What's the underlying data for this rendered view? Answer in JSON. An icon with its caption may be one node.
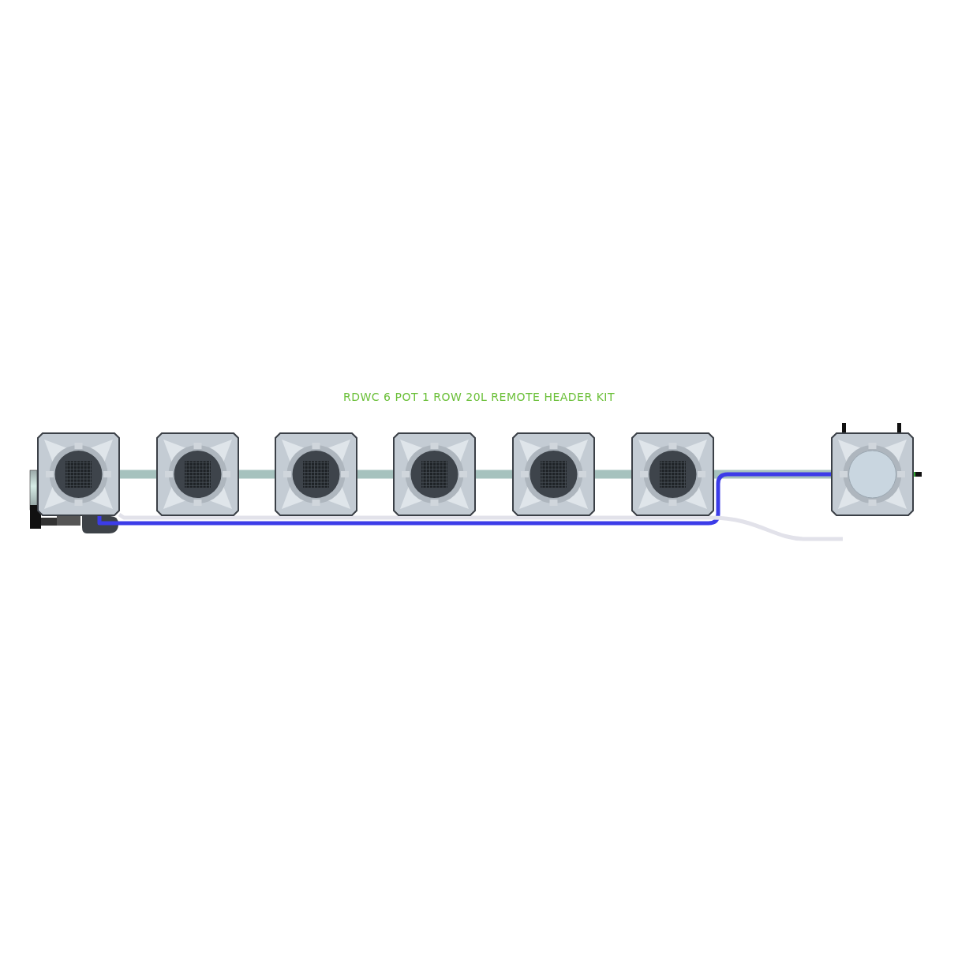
{
  "diagram": {
    "title": "RDWC 6 POT 1 ROW 20L REMOTE HEADER KIT",
    "nodes": [
      {
        "text": [],
        "shape": "picture"
      },
      {
        "text": [],
        "shape": "picture"
      },
      {
        "text": [],
        "shape": "picture"
      },
      {
        "text": [],
        "shape": "picture"
      },
      {
        "text": [],
        "shape": "picture"
      },
      {
        "text": [],
        "shape": "picture"
      },
      {
        "text": [],
        "shape": "picture"
      }
    ],
    "edges": [
      {
        "from": 0,
        "to": 1,
        "arrow": "none"
      },
      {
        "from": 1,
        "to": 2,
        "arrow": "none"
      },
      {
        "from": 2,
        "to": 3,
        "arrow": "none"
      },
      {
        "from": 3,
        "to": 4,
        "arrow": "none"
      },
      {
        "from": 4,
        "to": 5,
        "arrow": "none"
      },
      {
        "from": 5,
        "to": 6,
        "arrow": "none"
      },
      {
        "from": 6,
        "to": 0,
        "arrow": "none",
        "color": "#3c3ce8"
      },
      {
        "from": 0,
        "to": null,
        "arrow": "none",
        "color": "#e2e2ea"
      }
    ]
  }
}
